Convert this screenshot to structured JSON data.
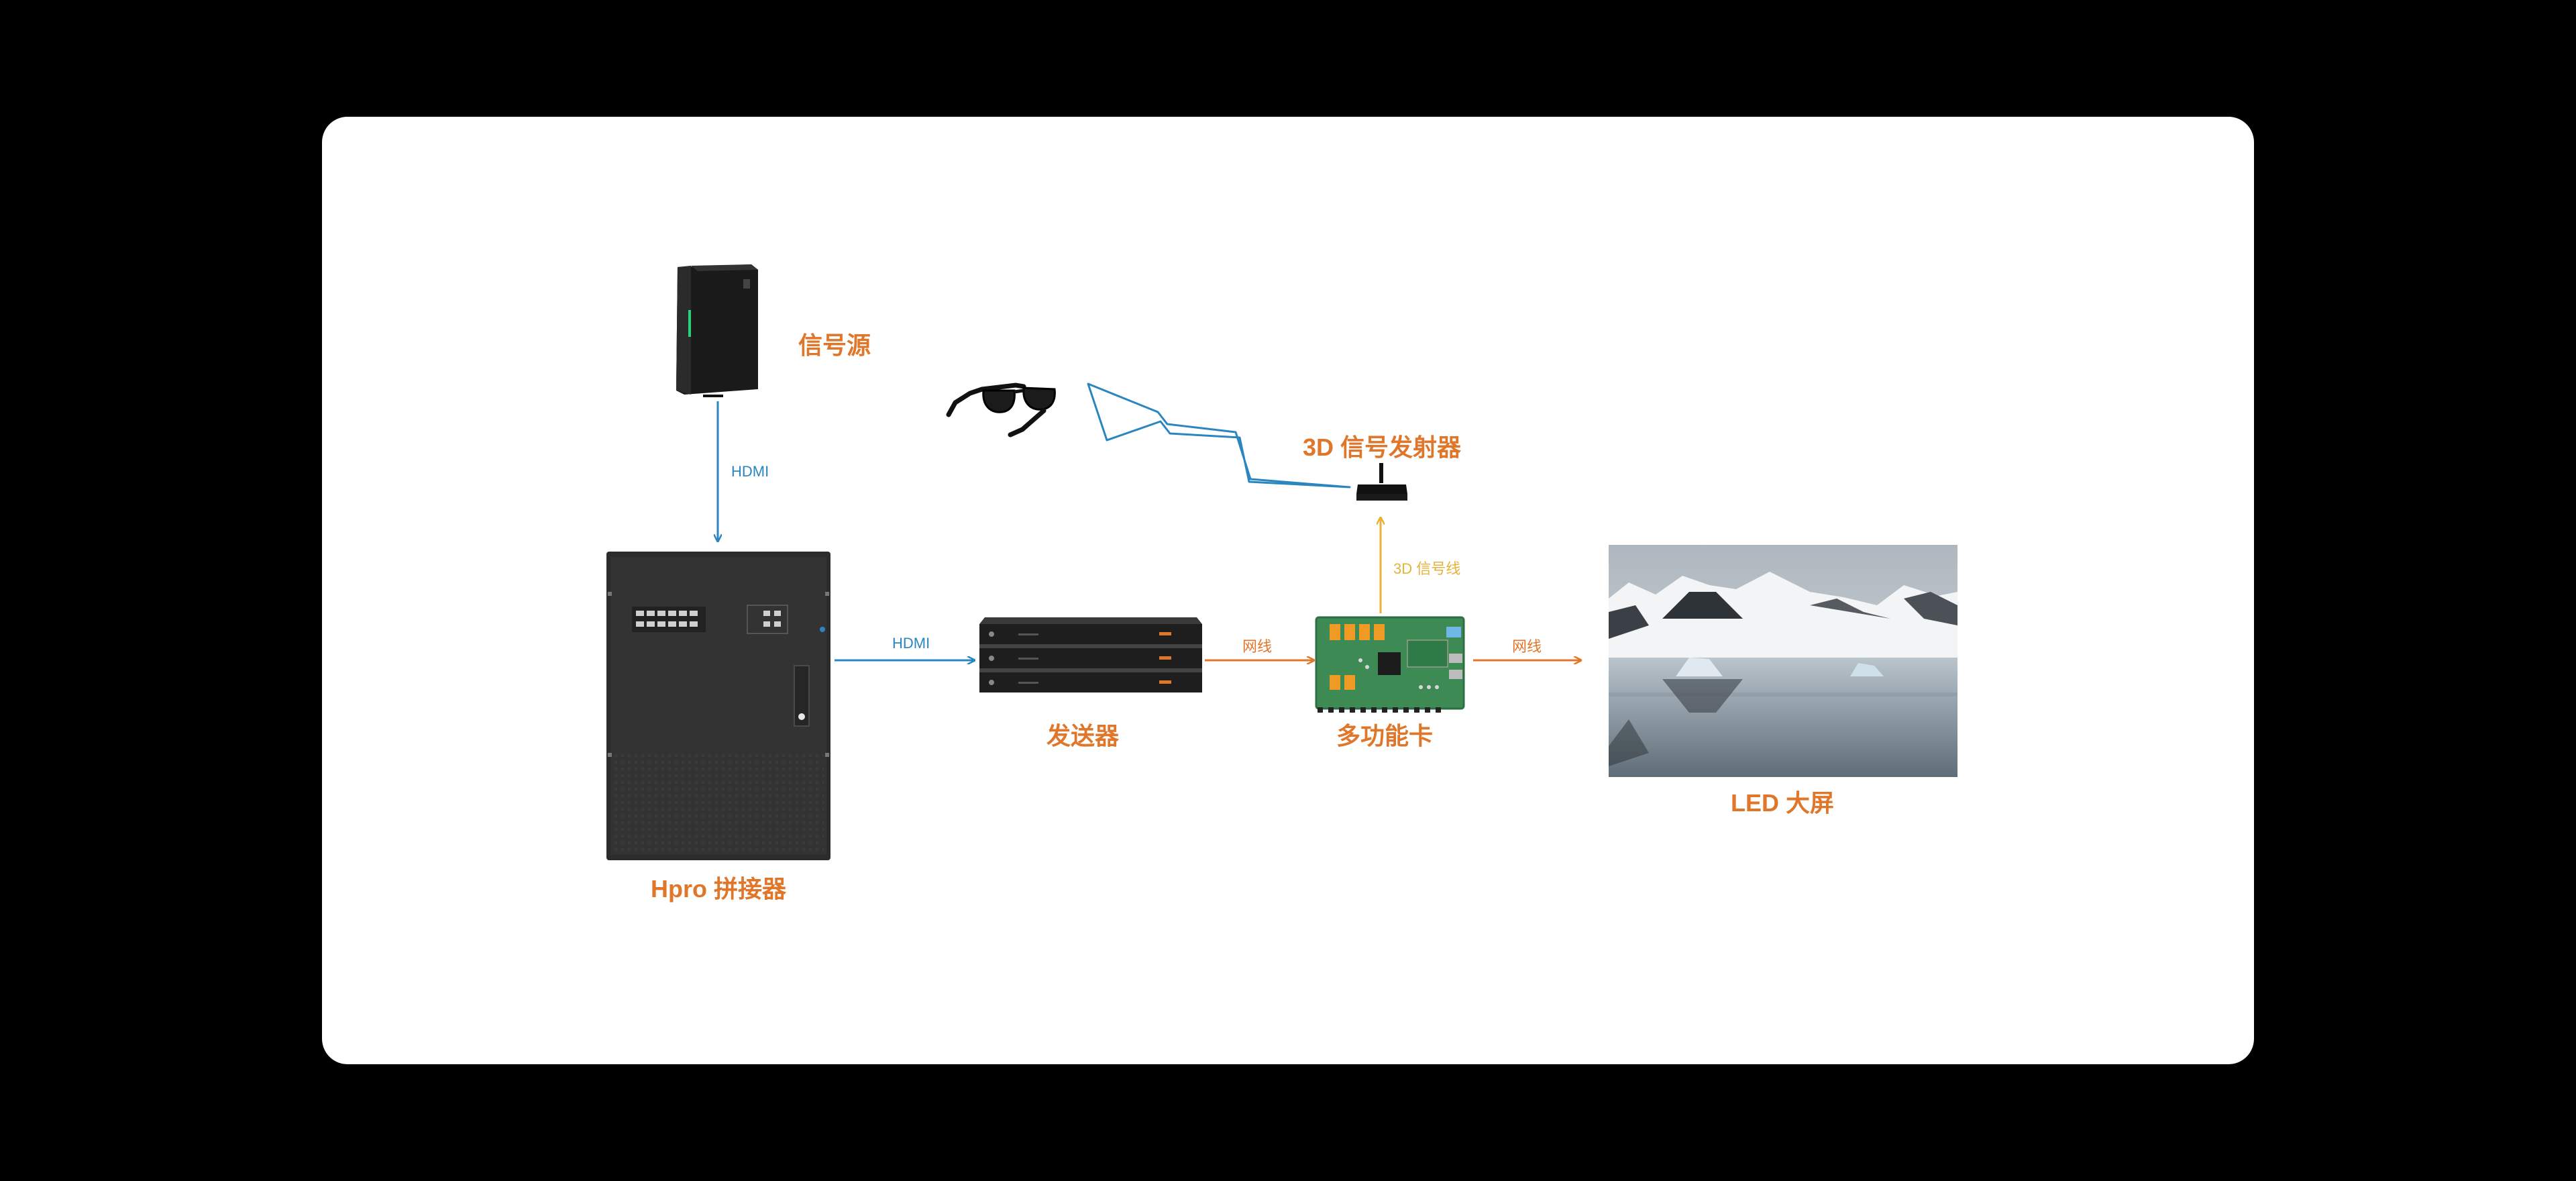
{
  "colors": {
    "background": "#000000",
    "card": "#ffffff",
    "node_label": "#e0762a",
    "hdmi_line": "#2b86c0",
    "network_line": "#e0762a",
    "signal_3d_line": "#e8b23a",
    "wireless_zigzag": "#2b86c0"
  },
  "nodes": {
    "signal_source": {
      "label": "信号源",
      "icon": "tower-pc-icon"
    },
    "splicer": {
      "label": "Hpro 拼接器",
      "icon": "video-processor-chassis-icon"
    },
    "sender": {
      "label": "发送器",
      "icon": "stacked-sender-boxes-icon"
    },
    "multifunction_card": {
      "label": "多功能卡",
      "icon": "circuit-board-icon"
    },
    "emitter_3d": {
      "label": "3D 信号发射器",
      "icon": "wireless-router-icon"
    },
    "glasses": {
      "label": "",
      "icon": "3d-glasses-icon"
    },
    "led_screen": {
      "label": "LED 大屏",
      "icon": "led-screen-landscape-icon"
    }
  },
  "edges": {
    "source_to_splicer": {
      "label": "HDMI"
    },
    "splicer_to_sender": {
      "label": "HDMI"
    },
    "sender_to_card": {
      "label": "网线"
    },
    "card_to_emitter": {
      "label": "3D 信号线"
    },
    "card_to_screen": {
      "label": "网线"
    }
  }
}
